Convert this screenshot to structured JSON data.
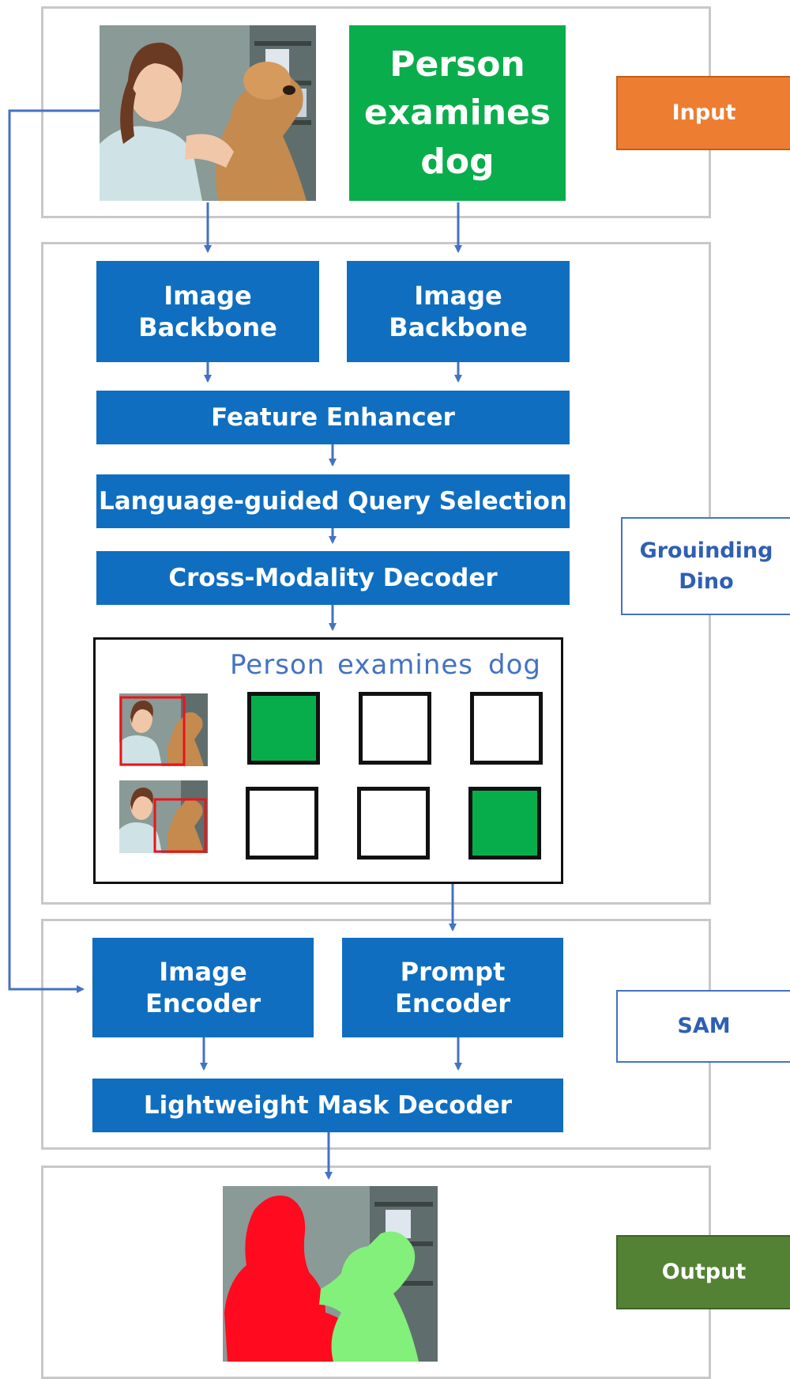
{
  "input_text": "Person\nexamines\ndog",
  "blocks": {
    "image_backbone_left": "Image\nBackbone",
    "image_backbone_right": "Image\nBackbone",
    "feature_enhancer": "Feature Enhancer",
    "query_selection": "Language-guided Query Selection",
    "cross_modality_decoder": "Cross-Modality Decoder",
    "image_encoder": "Image\nEncoder",
    "prompt_encoder": "Prompt\nEncoder",
    "mask_decoder": "Lightweight Mask Decoder"
  },
  "grounding_grid": {
    "words": [
      "Person",
      "examines",
      "dog"
    ],
    "rows": [
      {
        "box": "person",
        "matches": [
          true,
          false,
          false
        ]
      },
      {
        "box": "dog",
        "matches": [
          false,
          false,
          true
        ]
      }
    ]
  },
  "side_labels": {
    "input": "Input",
    "grounding_dino": "Grouinding\nDino",
    "sam": "SAM",
    "output": "Output"
  },
  "colors": {
    "block_blue": "#0f6ec0",
    "input_green": "#0aad4b",
    "input_label_orange": "#ed7d31",
    "output_label_green": "#548235",
    "match_green": "#08ad4b",
    "arrow_blue": "#4472c4",
    "person_mask": "#ff0a1e",
    "dog_mask": "#82f07a"
  }
}
